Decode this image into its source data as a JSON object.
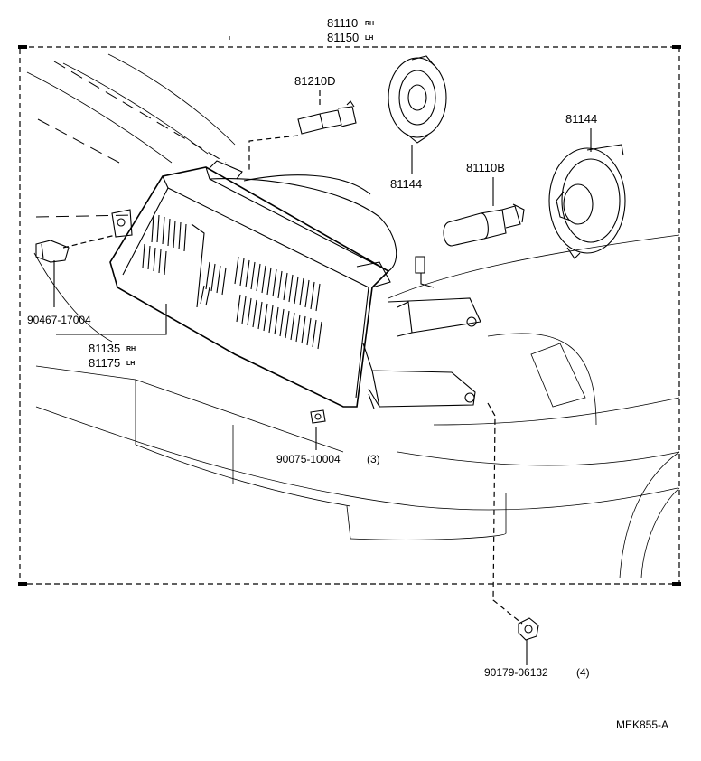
{
  "parts": {
    "headlamp_assembly": {
      "number_1": "81110",
      "suffix_1": "RH",
      "number_2": "81150",
      "suffix_2": "LH"
    },
    "bulb_small": {
      "number": "81210D"
    },
    "socket_cover_left": {
      "number": "81144"
    },
    "socket_cover_right": {
      "number": "81144"
    },
    "bulb_main": {
      "number": "81110B"
    },
    "clip": {
      "number": "90467-17004"
    },
    "housing": {
      "number_1": "81135",
      "suffix_1": "RH",
      "number_2": "81175",
      "suffix_2": "LH"
    },
    "screw": {
      "number": "90075-10004",
      "qty": "(3)"
    },
    "nut": {
      "number": "90179-06132",
      "qty": "(4)"
    }
  },
  "reference_code": "MEK855-A"
}
